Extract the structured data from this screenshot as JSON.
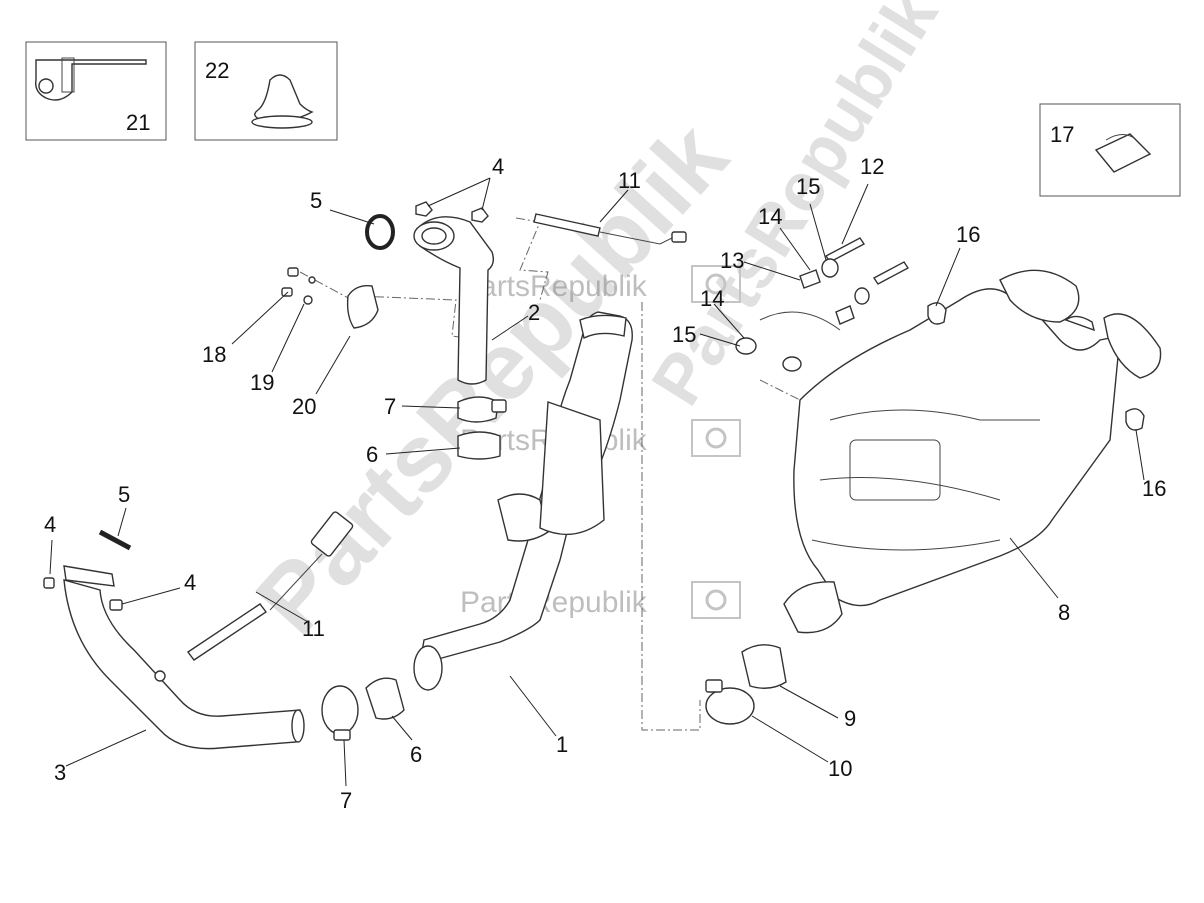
{
  "diagram": {
    "callouts": {
      "c1": "1",
      "c2": "2",
      "c3": "3",
      "c4a": "4",
      "c4b": "4",
      "c4c": "4",
      "c5a": "5",
      "c5b": "5",
      "c6a": "6",
      "c6b": "6",
      "c7a": "7",
      "c7b": "7",
      "c8": "8",
      "c9": "9",
      "c10": "10",
      "c11a": "11",
      "c11b": "11",
      "c12": "12",
      "c13": "13",
      "c14a": "14",
      "c14b": "14",
      "c15a": "15",
      "c15b": "15",
      "c16a": "16",
      "c16b": "16",
      "c17": "17",
      "c18": "18",
      "c19": "19",
      "c20": "20",
      "c21": "21",
      "c22": "22"
    }
  },
  "watermark": {
    "small_text": "PartsRepublik",
    "big_text": "PartsRepublik"
  }
}
